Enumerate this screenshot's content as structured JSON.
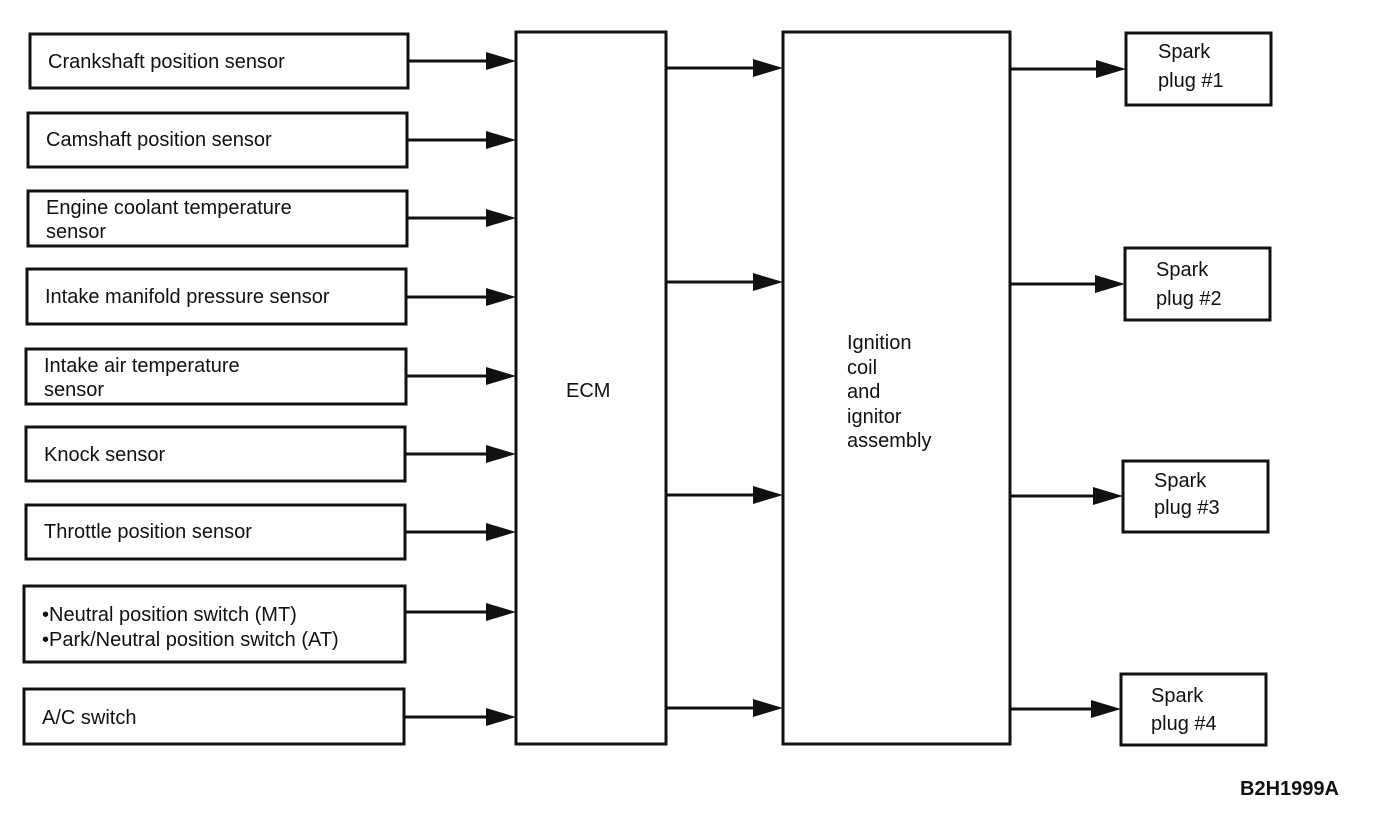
{
  "sensors": [
    {
      "lines": [
        "Crankshaft position sensor"
      ]
    },
    {
      "lines": [
        "Camshaft position sensor"
      ]
    },
    {
      "lines": [
        "Engine coolant temperature",
        "sensor"
      ]
    },
    {
      "lines": [
        "Intake manifold pressure sensor"
      ]
    },
    {
      "lines": [
        "Intake air temperature",
        "sensor"
      ]
    },
    {
      "lines": [
        "Knock sensor"
      ]
    },
    {
      "lines": [
        "Throttle position sensor"
      ]
    },
    {
      "lines": [
        "•Neutral position switch (MT)",
        "•Park/Neutral position switch (AT)"
      ]
    },
    {
      "lines": [
        "A/C switch"
      ]
    }
  ],
  "ecm": {
    "label": "ECM"
  },
  "ignition": {
    "lines": [
      "Ignition",
      "coil",
      "and",
      "ignitor",
      "assembly"
    ]
  },
  "spark_plugs": [
    {
      "lines": [
        "Spark",
        "plug #1"
      ]
    },
    {
      "lines": [
        "Spark",
        "plug #2"
      ]
    },
    {
      "lines": [
        "Spark",
        "plug #3"
      ]
    },
    {
      "lines": [
        "Spark",
        "plug #4"
      ]
    }
  ],
  "figure_code": "B2H1999A"
}
